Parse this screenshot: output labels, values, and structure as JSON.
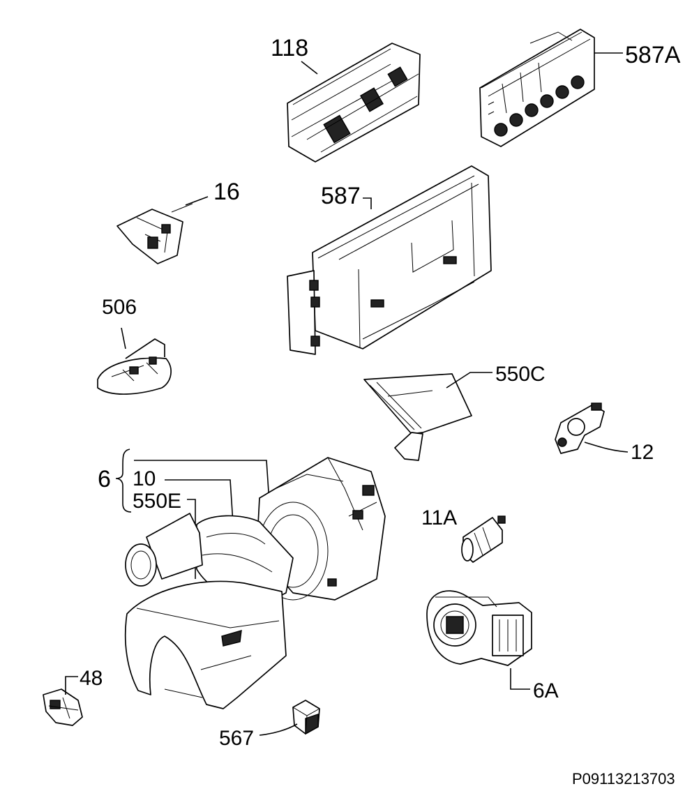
{
  "labels": {
    "part_118": "118",
    "part_587A": "587A",
    "part_16": "16",
    "part_587": "587",
    "part_506": "506",
    "part_550C": "550C",
    "part_12": "12",
    "part_6": "6",
    "part_10": "10",
    "part_550E": "550E",
    "part_11A": "11A",
    "part_48": "48",
    "part_6A": "6A",
    "part_567": "567"
  },
  "reference": "P09113213703"
}
